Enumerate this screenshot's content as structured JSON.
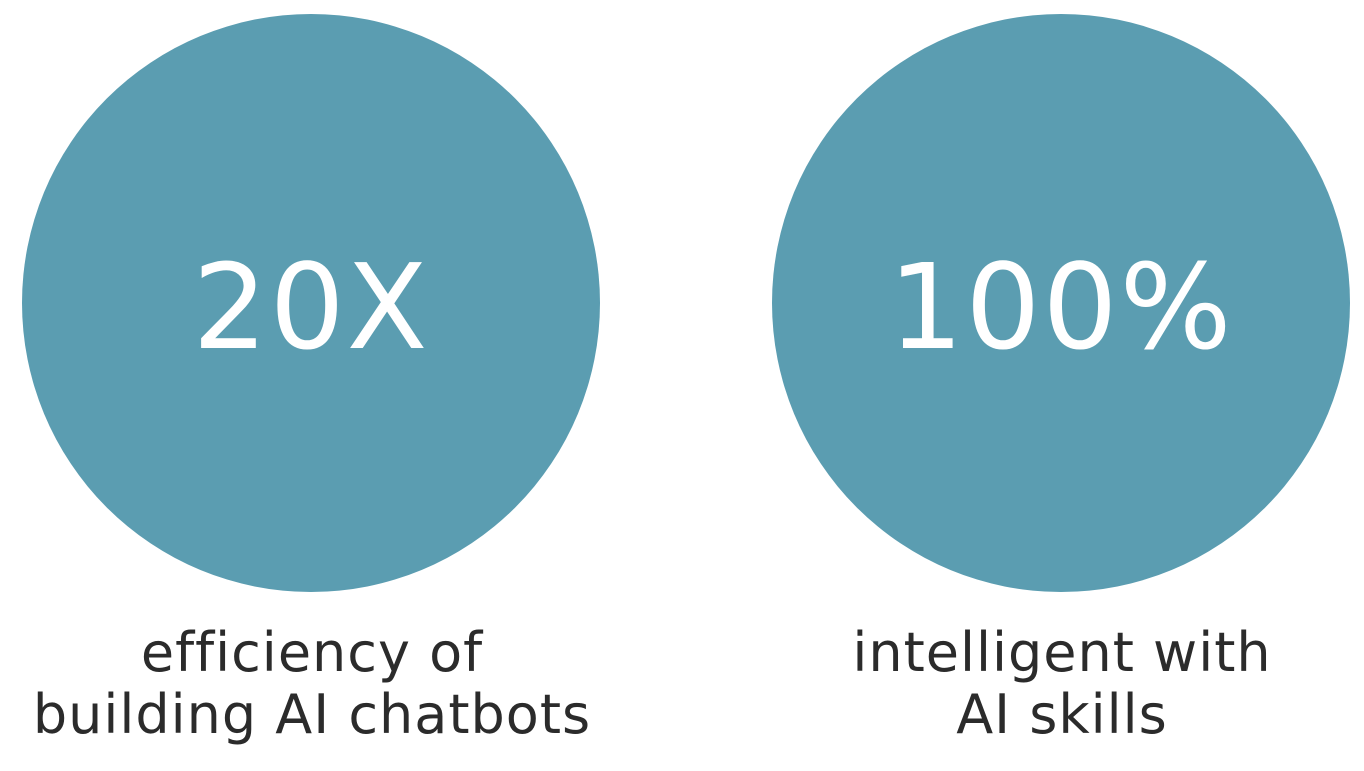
{
  "colors": {
    "circle": "#5b9db1",
    "background": "#ffffff",
    "value_text": "#ffffff",
    "caption_text": "#2b2b2b"
  },
  "stats": [
    {
      "value": "20X",
      "caption_line1": "efficiency of",
      "caption_line2": "building AI chatbots"
    },
    {
      "value": "100%",
      "caption_line1": "intelligent with",
      "caption_line2": "AI skills"
    }
  ]
}
